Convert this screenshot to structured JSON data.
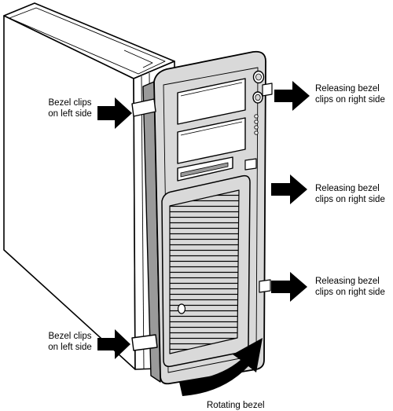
{
  "labels": {
    "left_top": [
      "Bezel clips",
      "on left side"
    ],
    "left_bottom": [
      "Bezel clips",
      "on left side"
    ],
    "right_1": [
      "Releasing bezel",
      "clips on right side"
    ],
    "right_2": [
      "Releasing bezel",
      "clips on right side"
    ],
    "right_3": [
      "Releasing bezel",
      "clips on right side"
    ],
    "rotate": "Rotating bezel"
  },
  "colors": {
    "outline": "#000000",
    "panel_fill": "#ffffff",
    "bezel_fill": "#d9d9d9",
    "bezel_dark": "#9a9a9a",
    "arrow": "#000000"
  },
  "icons": {
    "pointer": "arrow-right-icon",
    "rotation": "curved-arrow-icon"
  }
}
